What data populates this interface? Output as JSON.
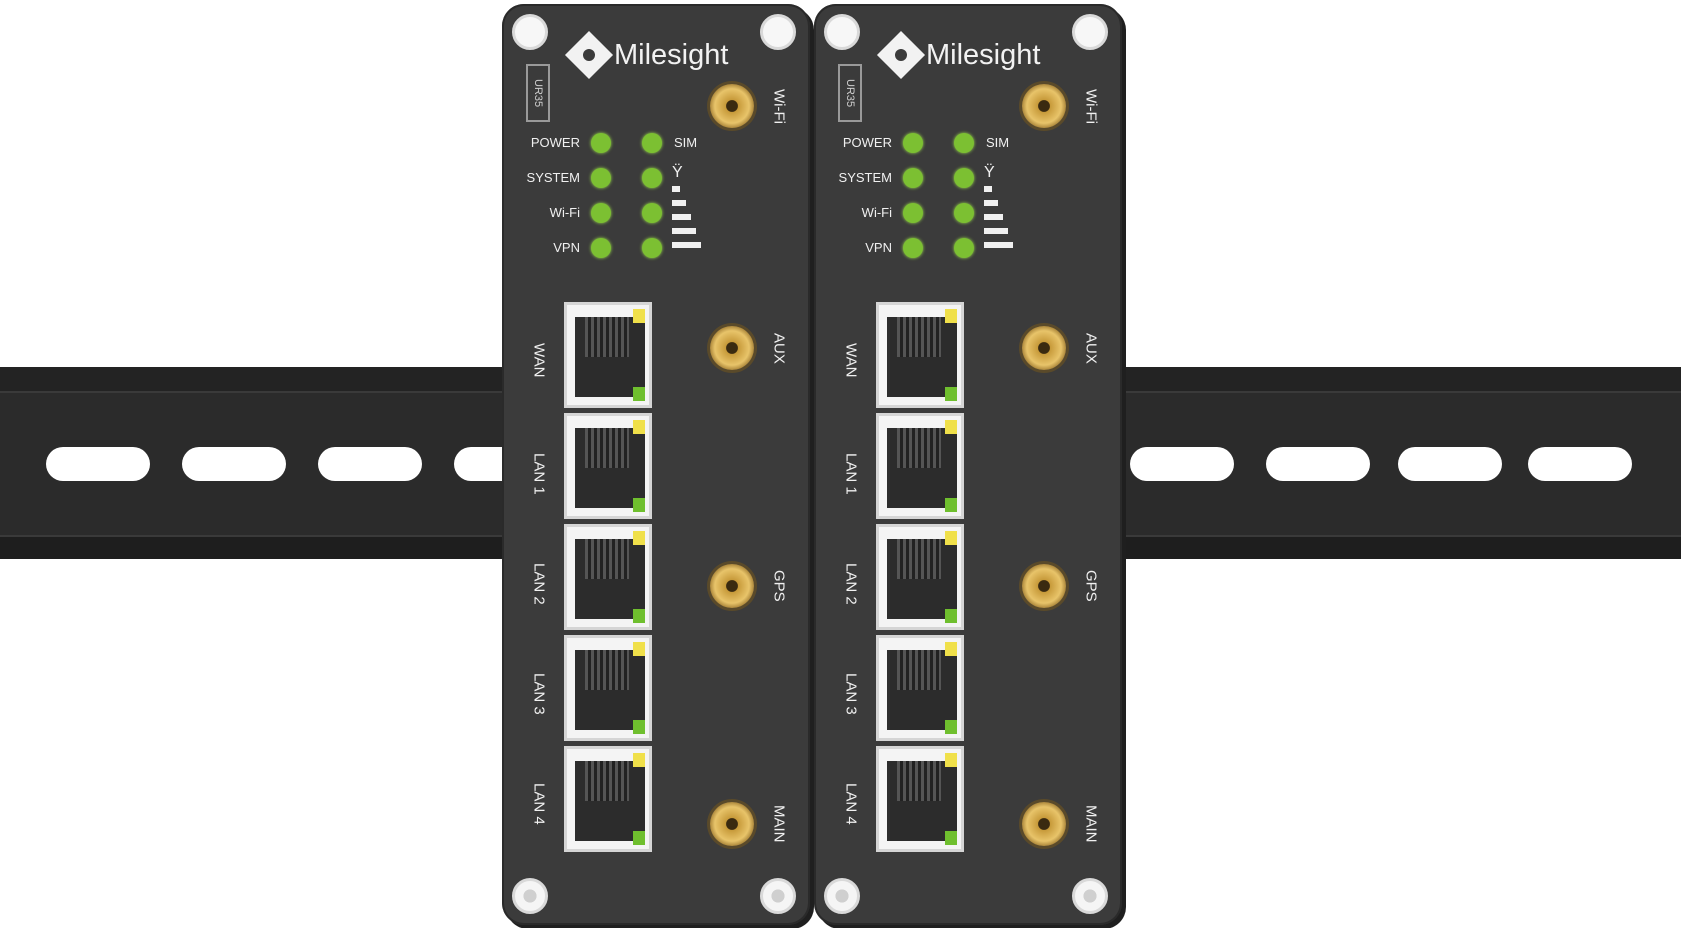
{
  "brand": "Milesight",
  "model": "UR35",
  "leds_left": [
    "POWER",
    "SYSTEM",
    "Wi-Fi",
    "VPN"
  ],
  "led_sim": "SIM",
  "ports": [
    "WAN",
    "LAN 1",
    "LAN 2",
    "LAN 3",
    "LAN 4"
  ],
  "antennas": [
    "Wi-Fi",
    "AUX",
    "GPS",
    "MAIN"
  ],
  "colors": {
    "led": "#7cc032",
    "body": "#3b3b3b",
    "rail": "#2b2b2b"
  }
}
